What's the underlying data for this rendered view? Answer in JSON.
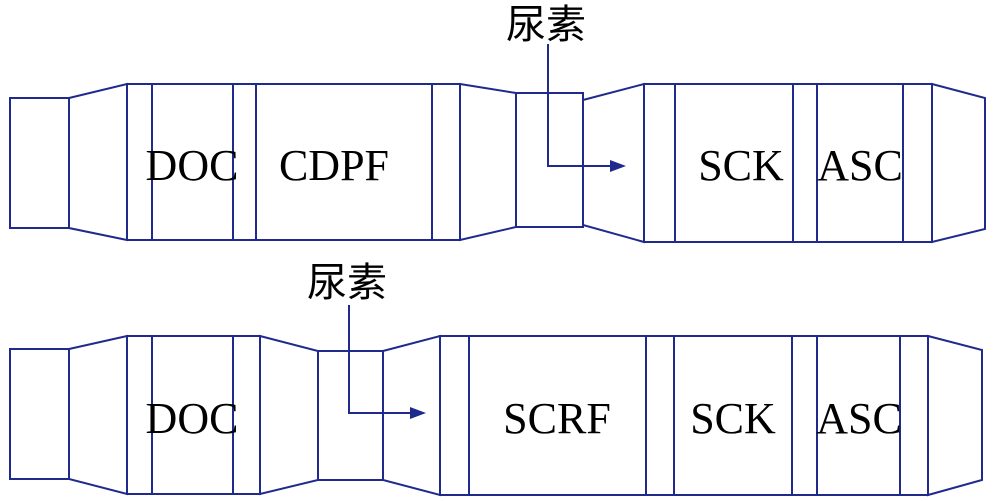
{
  "colors": {
    "stroke": "#1f2a8c",
    "text": "#000000",
    "background": "#ffffff"
  },
  "top_system": {
    "urea_label": "尿素",
    "labels": {
      "doc": "DOC",
      "cdpf": "CDPF",
      "sck": "SCK",
      "asc": "ASC"
    }
  },
  "bottom_system": {
    "urea_label": "尿素",
    "labels": {
      "doc": "DOC",
      "scrf": "SCRF",
      "sck": "SCK",
      "asc": "ASC"
    }
  }
}
